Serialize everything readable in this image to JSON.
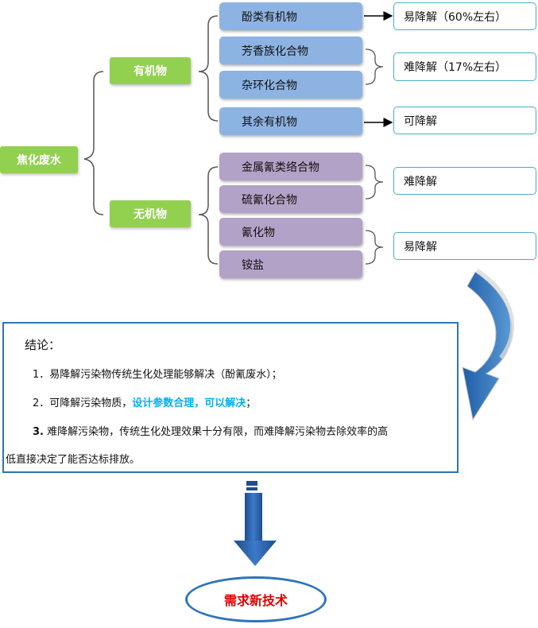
{
  "root": {
    "label": "焦化废水"
  },
  "organic": {
    "label": "有机物"
  },
  "inorganic": {
    "label": "无机物"
  },
  "organic_items": [
    "酚类有机物",
    "芳香族化合物",
    "杂环化合物",
    "其余有机物"
  ],
  "inorganic_items": [
    "金属氰类络合物",
    "硫氰化合物",
    "氰化物",
    "铵盐"
  ],
  "results": {
    "phenol": "易降解（60%左右）",
    "aromatic_hetero": "难降解（17%左右）",
    "other_organic": "可降解",
    "metal_thiocyanate": "难降解",
    "cyanide_ammonium": "易降解"
  },
  "conclusion": {
    "title": "结论：",
    "line1": "1．易降解污染物传统生化处理能够解决（酚氰废水）；",
    "line2_prefix": "2．可降解污染物质，",
    "line2_highlight": "设计参数合理，可以解决",
    "line2_suffix": "；",
    "line3_num": "3.",
    "line3_text": " 难降解污染物，传统生化处理效果十分有限，而难降解污染物去除效率的高",
    "line4": "低直接决定了能否达标排放。"
  },
  "goal": {
    "label": "需求新技术"
  },
  "colors": {
    "green": "#92d050",
    "blue_box": "#8db3e2",
    "purple_box": "#b3a2c7",
    "result_border": "#4bacc6",
    "frame_blue": "#2e75b6",
    "highlight": "#00b0f0",
    "goal_text": "#e00000"
  }
}
